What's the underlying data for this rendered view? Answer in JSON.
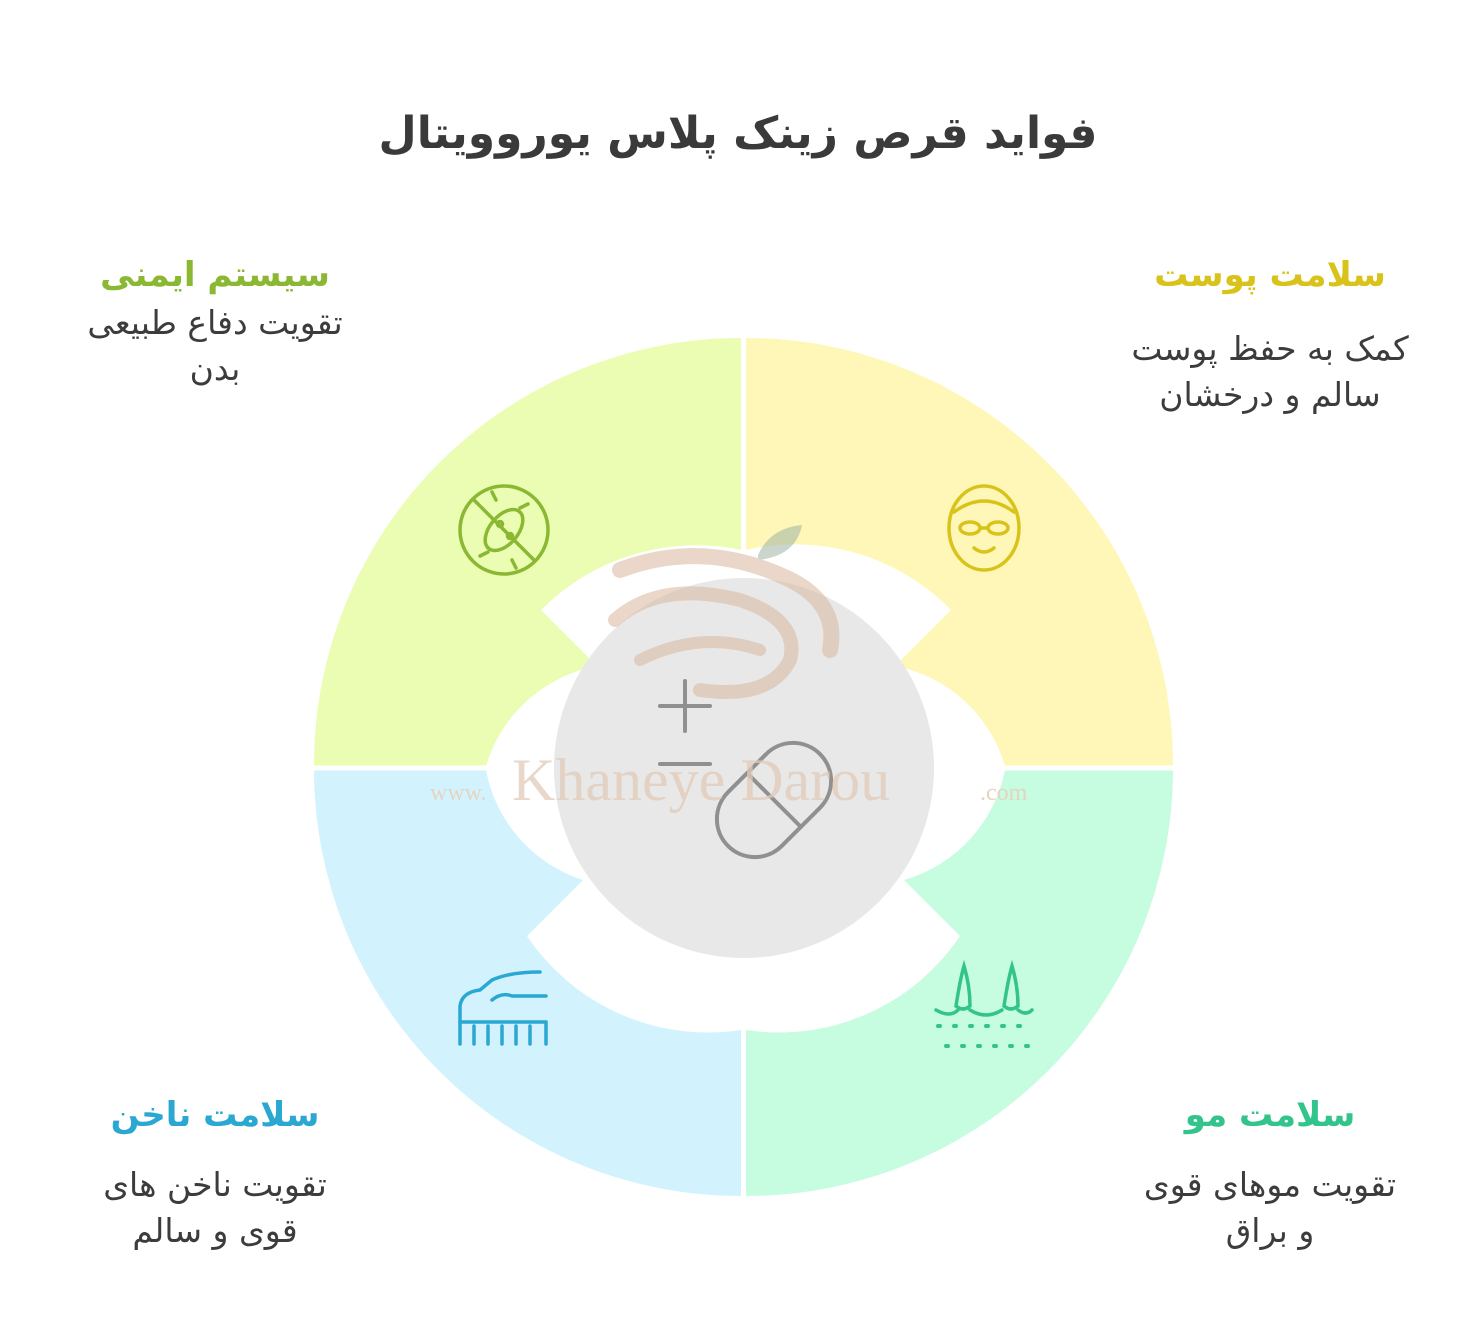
{
  "title": "فواید قرص زینک پلاس یوروویتال",
  "colors": {
    "immune": "#8ab833",
    "skin": "#d9c31a",
    "nail": "#2aa8d2",
    "hair": "#32c48a",
    "immune_fill": "#ebfcb3",
    "skin_fill": "#fff7b8",
    "nail_fill": "#d2f3fd",
    "hair_fill": "#c6fce0",
    "center_fill": "#e8e8e8",
    "text": "#3c3c3c"
  },
  "segments": {
    "immune": {
      "title": "سیستم ایمنی",
      "desc_line1": "تقویت دفاع طبیعی",
      "desc_line2": "بدن",
      "icon": "virus-blocked-icon"
    },
    "skin": {
      "title": "سلامت پوست",
      "desc_line1": "کمک به حفظ پوست",
      "desc_line2": "سالم و درخشان",
      "icon": "face-mask-icon"
    },
    "nail": {
      "title": "سلامت ناخن",
      "desc_line1": "تقویت ناخن های",
      "desc_line2": "قوی و سالم",
      "icon": "hand-manicure-icon"
    },
    "hair": {
      "title": "سلامت مو",
      "desc_line1": "تقویت موهای قوی",
      "desc_line2": "و براق",
      "icon": "hair-follicle-icon"
    }
  },
  "center": {
    "icon": "pill-plus-minus-icon"
  },
  "watermark": {
    "prefix": "www.",
    "name": "Khaneye Darou",
    "suffix": ".com"
  }
}
